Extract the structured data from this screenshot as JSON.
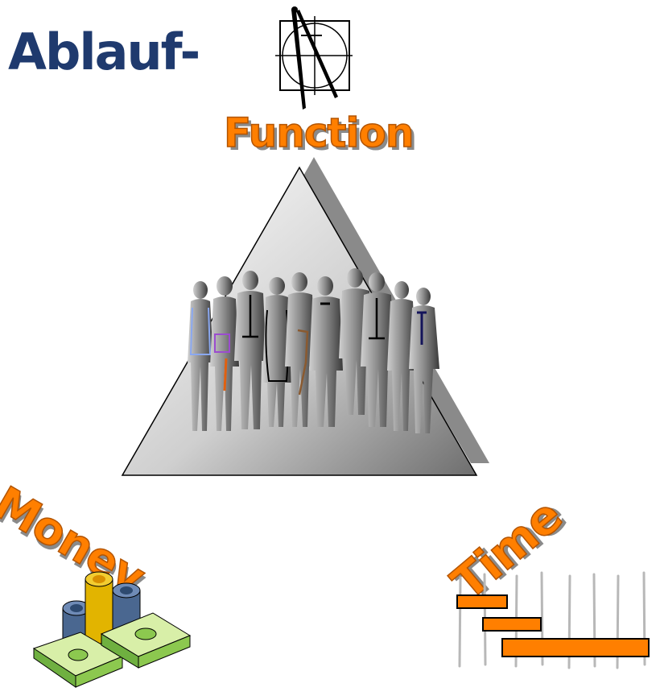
{
  "title": "Ablauf-",
  "labels": {
    "function": "Function",
    "money": "Money",
    "time": "Time"
  },
  "icons": {
    "top": "drafting-compass-icon",
    "center": "people-group-icon",
    "money": "coins-and-banknotes-icon",
    "time": "gantt-chart-icon"
  },
  "colors": {
    "title": "#1f3a6e",
    "accent": "#ff7f00",
    "shadow": "#8a8a8a",
    "gantt_bar": "#ff7f00"
  }
}
